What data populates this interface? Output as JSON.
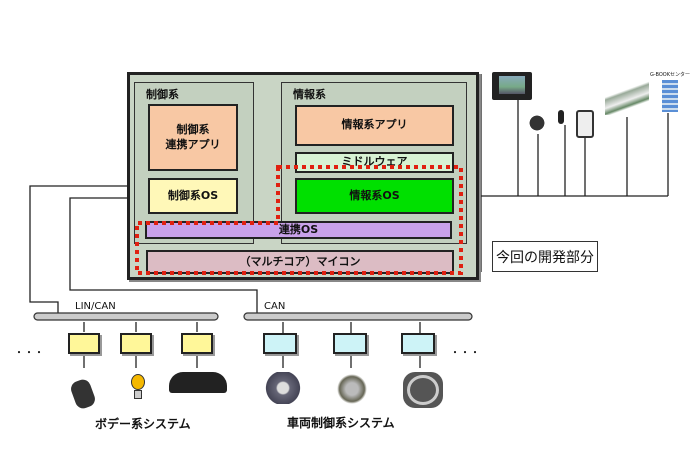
{
  "control": {
    "title": "制御系",
    "app": "制御系\n連携アプリ",
    "os": "制御系OS"
  },
  "info": {
    "title": "情報系",
    "app": "情報系アプリ",
    "middleware": "ミドルウェア",
    "os": "情報系OS"
  },
  "link_os": "連携OS",
  "mcu": "（マルチコア）マイコン",
  "dev_scope": "今回の開発部分",
  "bus": {
    "lin_can": "LIN/CAN",
    "can": "CAN"
  },
  "systems": {
    "body": "ボデー系システム",
    "vehicle": "車両制御系システム"
  },
  "ellipsis": "・・・",
  "gbook": "G-BOOKセンター",
  "colors": {
    "frame": "#c9d5c5",
    "app": "#f8c8a4",
    "ctrl_os": "#fff8b8",
    "middleware": "#d8f2d4",
    "info_os": "#00e000",
    "link_os": "#c9a2ea",
    "mcu": "#dcbcc4",
    "dev_border": "#e02010",
    "body_ecu": "#fff799",
    "vehicle_ecu": "#cdf3f7"
  }
}
